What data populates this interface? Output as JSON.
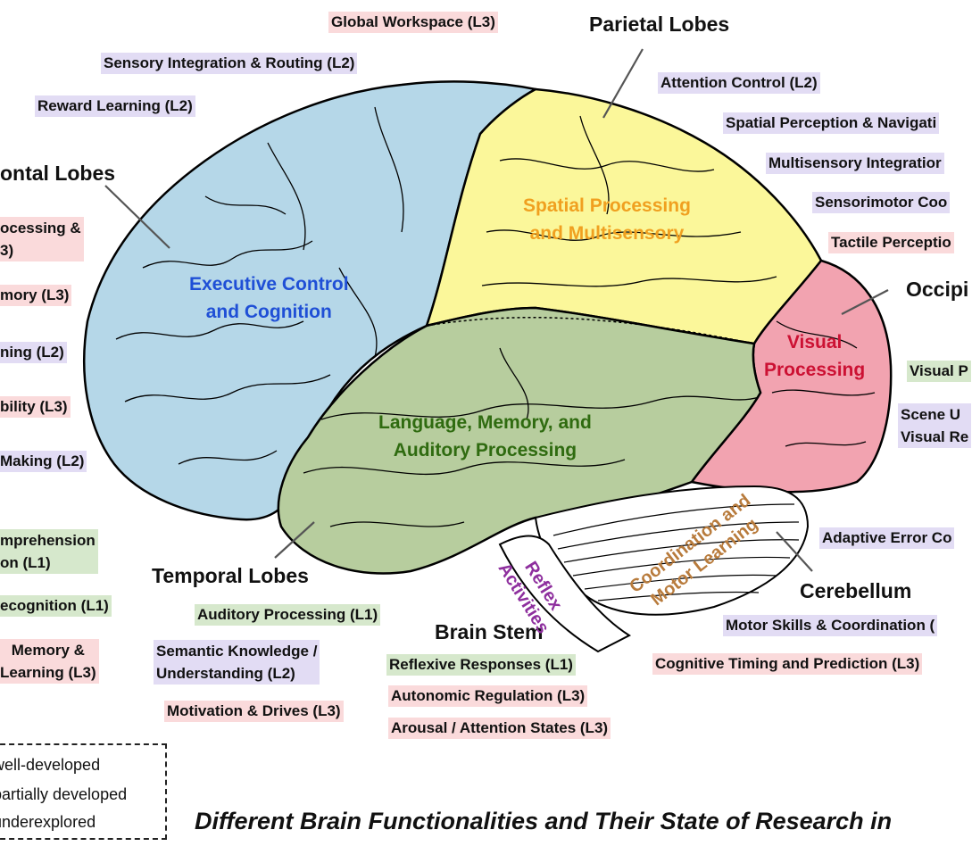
{
  "lobes": {
    "parietal": "Parietal Lobes",
    "frontal": "ontal Lobes",
    "occipital": "Occipi",
    "temporal": "Temporal Lobes",
    "brain_stem": "Brain Stem",
    "cerebellum": "Cerebellum"
  },
  "regions": {
    "executive": [
      "Executive Control",
      "and Cognition"
    ],
    "spatial": [
      "Spatial Processing",
      "and Multisensory"
    ],
    "language": [
      "Language, Memory, and",
      "Auditory Processing"
    ],
    "visual": [
      "Visual",
      "Processing"
    ],
    "reflex": [
      "Reflex",
      "Activities"
    ],
    "coordination": [
      "Coordination and",
      "Motor Learning"
    ]
  },
  "region_colors": {
    "frontal": "#b5d7e8",
    "parietal": "#fbf79a",
    "temporal": "#b7cd9e",
    "occipital": "#f2a3b0",
    "executive_text": "#1f4fd6",
    "spatial_text": "#f0a020",
    "language_text": "#2f6b10",
    "visual_text": "#cc1133",
    "reflex_text": "#8e2f9e",
    "coordination_text": "#b87b3c"
  },
  "tags": {
    "global_workspace": "Global Workspace (L3)",
    "sensory_integration": "Sensory Integration & Routing (L2)",
    "reward_learning": "Reward Learning (L2)",
    "attention_control": "Attention Control (L2)",
    "spatial_perception": "Spatial Perception & Navigati",
    "multisensory": "Multisensory Integratior",
    "sensorimotor": "Sensorimotor Coo",
    "tactile": "Tactile Perceptio",
    "processing_l3": [
      "ocessing &",
      "3)"
    ],
    "memory_l3": "mory (L3)",
    "planning": "ning (L2)",
    "flexibility": "bility (L3)",
    "decision": "Making (L2)",
    "visual_p": "Visual P",
    "scene_u": [
      "Scene U",
      "Visual Re"
    ],
    "comprehension": [
      "mprehension",
      "on (L1)"
    ],
    "recognition": "ecognition (L1)",
    "memory_learning": [
      "Memory &",
      "Learning (L3)"
    ],
    "auditory": "Auditory Processing (L1)",
    "semantic": [
      "Semantic Knowledge /",
      "Understanding (L2)"
    ],
    "motivation": "Motivation & Drives (L3)",
    "reflexive": "Reflexive Responses (L1)",
    "autonomic": "Autonomic Regulation (L3)",
    "arousal": "Arousal / Attention States (L3)",
    "adaptive_error": "Adaptive Error Co",
    "motor_skills": "Motor Skills & Coordination (",
    "timing": "Cognitive Timing and Prediction (L3)"
  },
  "legend": {
    "l1": "well-developed",
    "l2": "partially developed",
    "l3": "underexplored"
  },
  "caption": "Different Brain Functionalities and Their State of Research in"
}
